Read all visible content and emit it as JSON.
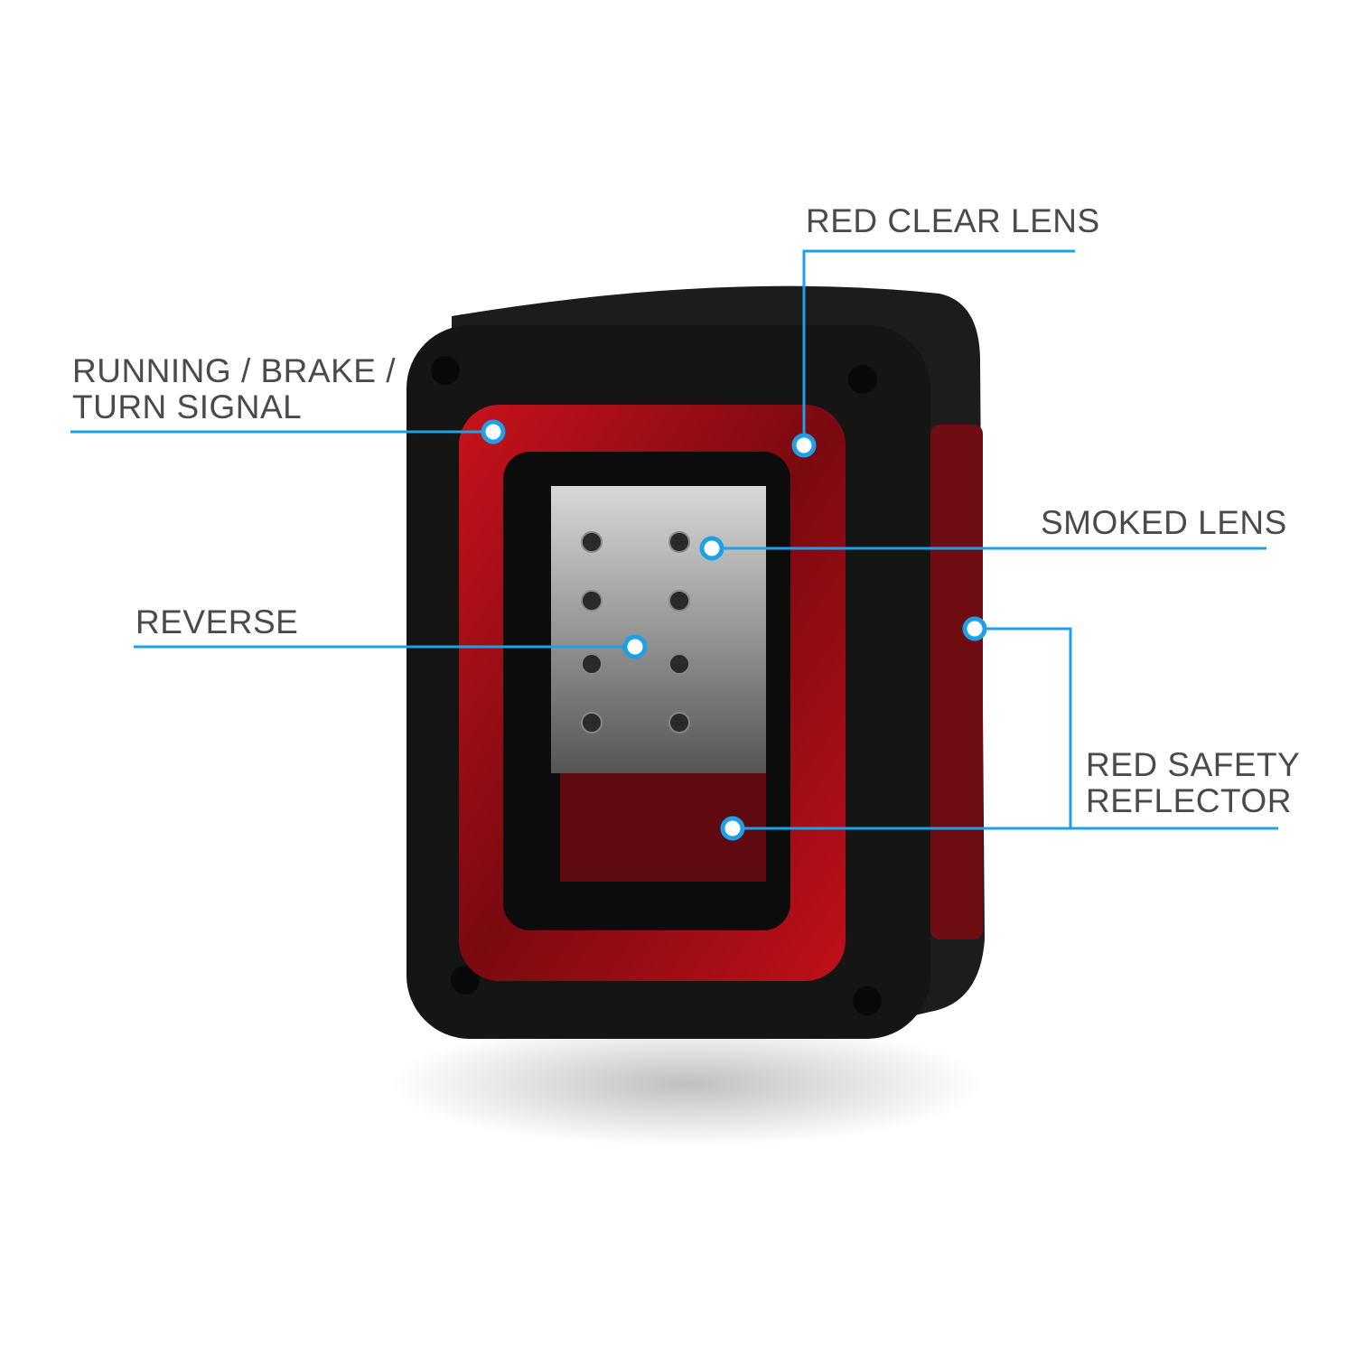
{
  "labels": {
    "running": [
      "RUNNING / BRAKE /",
      "TURN SIGNAL"
    ],
    "red_clear_lens": "RED CLEAR LENS",
    "smoked_lens": "SMOKED LENS",
    "reverse": "REVERSE",
    "reflector": [
      "RED SAFETY",
      "REFLECTOR"
    ]
  },
  "colors": {
    "accent": "#1ea0e6",
    "housing": "#141414",
    "lens_red": "#b0101a"
  }
}
